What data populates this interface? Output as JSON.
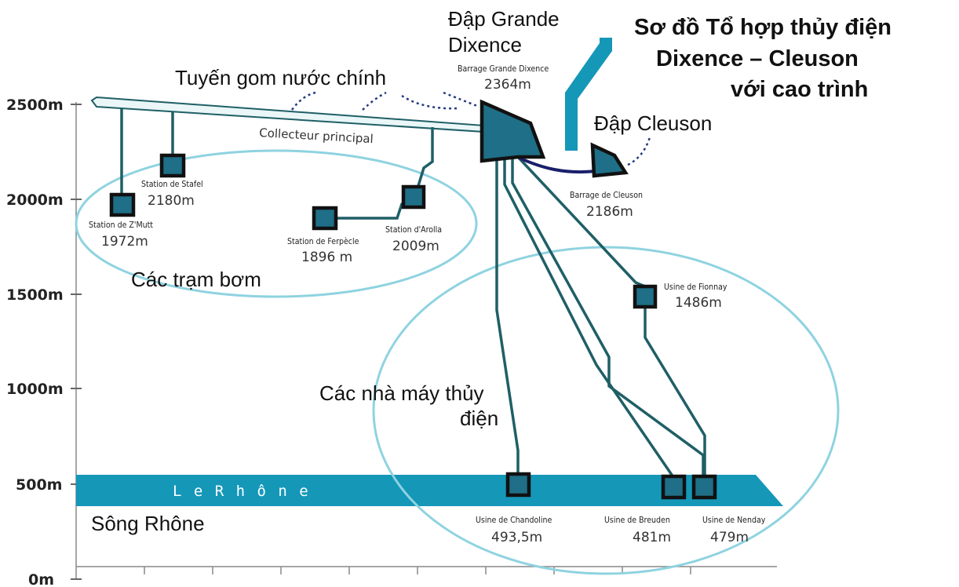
{
  "title": [
    "Sơ đồ Tổ hợp thủy điện",
    "Dixence – Cleuson",
    "với cao trình"
  ],
  "axis": {
    "ticks": [
      "2500m",
      "2000m",
      "1500m",
      "1000m",
      "500m",
      "0m"
    ]
  },
  "labels": {
    "main_collector_vi": "Tuyến gom nước chính",
    "main_collector_fr": "Collecteur principal",
    "dam_grande_dixence_vi": [
      "Đập Grande",
      "Dixence"
    ],
    "dam_cleuson_vi": "Đập Cleuson",
    "pump_stations_vi": "Các trạm bơm",
    "power_plants_vi": [
      "Các nhà máy thủy",
      "điện"
    ],
    "river_name": "L e   R h ô n e",
    "river_vi": "Sông Rhône"
  },
  "facilities": [
    {
      "id": "zmutt",
      "name": "Station de Z'Mutt",
      "elevation": "1972m"
    },
    {
      "id": "stafel",
      "name": "Station de Stafel",
      "elevation": "2180m"
    },
    {
      "id": "ferpecle",
      "name": "Station de Ferpècle",
      "elevation": "1896 m"
    },
    {
      "id": "arolla",
      "name": "Station d'Arolla",
      "elevation": "2009m"
    },
    {
      "id": "grande_dixence",
      "name": "Barrage Grande Dixence",
      "elevation": "2364m"
    },
    {
      "id": "cleuson",
      "name": "Barrage de Cleuson",
      "elevation": "2186m"
    },
    {
      "id": "fionnay",
      "name": "Usine de Fionnay",
      "elevation": "1486m"
    },
    {
      "id": "chandoline",
      "name": "Usine de Chandoline",
      "elevation": "493,5m"
    },
    {
      "id": "breuden",
      "name": "Usine de Breuden",
      "elevation": "481m"
    },
    {
      "id": "nenday",
      "name": "Usine de Nenday",
      "elevation": "479m"
    }
  ],
  "colors": {
    "pipe": "#1f5f66",
    "station_fill": "#1e6f87",
    "river": "#1597b8",
    "ellipse": "#8fd3e0",
    "annotation": "#253a80"
  }
}
